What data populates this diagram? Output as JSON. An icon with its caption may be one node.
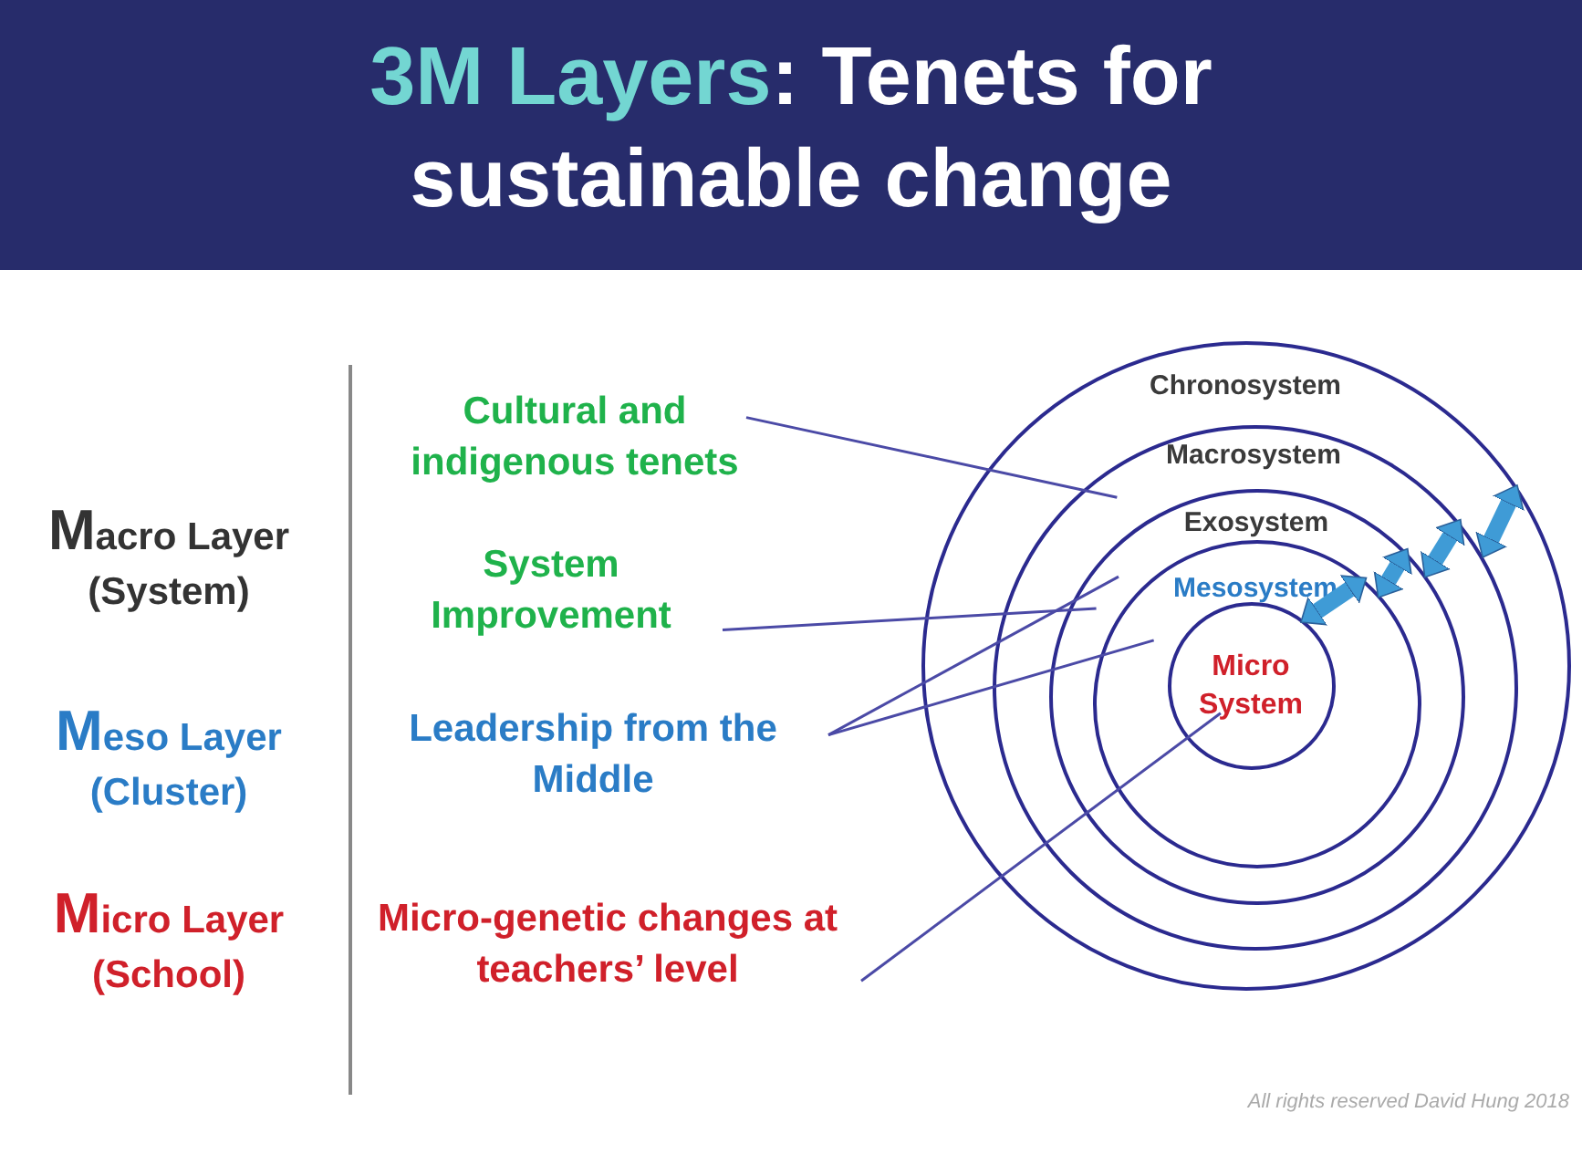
{
  "diagram": {
    "title": "3M Layers: Tenets for sustainable change",
    "nodes": [
      {
        "text": [
          "Chronosystem"
        ]
      },
      {
        "text": [
          "Macrosystem"
        ],
        "in": 0
      },
      {
        "text": [
          "Exosystem"
        ],
        "in": 1
      },
      {
        "text": [
          "Mesosystem"
        ],
        "in": 2
      },
      {
        "text": [
          "Micro System"
        ],
        "in": 3
      },
      {
        "text": [
          "Cultural and indigenous tenets"
        ]
      },
      {
        "text": [
          "System Improvement"
        ]
      },
      {
        "text": [
          "Leadership from the Middle"
        ]
      },
      {
        "text": [
          "Micro-genetic changes at teachers’ level"
        ]
      }
    ],
    "edges": [
      {
        "from": 5,
        "to": 1,
        "arrow": "none"
      },
      {
        "from": 6,
        "to": 2,
        "arrow": "none"
      },
      {
        "from": 7,
        "to": 2,
        "arrow": "none"
      },
      {
        "from": 7,
        "to": 3,
        "arrow": "none"
      },
      {
        "from": 8,
        "to": 4,
        "arrow": "none"
      },
      {
        "from": 4,
        "to": 3,
        "arrow": "both",
        "style": "thick",
        "color": "#3f9bd6"
      },
      {
        "from": 3,
        "to": 2,
        "arrow": "both",
        "style": "thick",
        "color": "#3f9bd6"
      },
      {
        "from": 2,
        "to": 1,
        "arrow": "both",
        "style": "thick",
        "color": "#3f9bd6"
      },
      {
        "from": 1,
        "to": 0,
        "arrow": "both",
        "style": "thick",
        "color": "#3f9bd6"
      }
    ],
    "labels": [
      "Macro Layer (System)",
      "Meso Layer (Cluster)",
      "Micro Layer (School)",
      "All rights reserved David Hung 2018"
    ]
  }
}
